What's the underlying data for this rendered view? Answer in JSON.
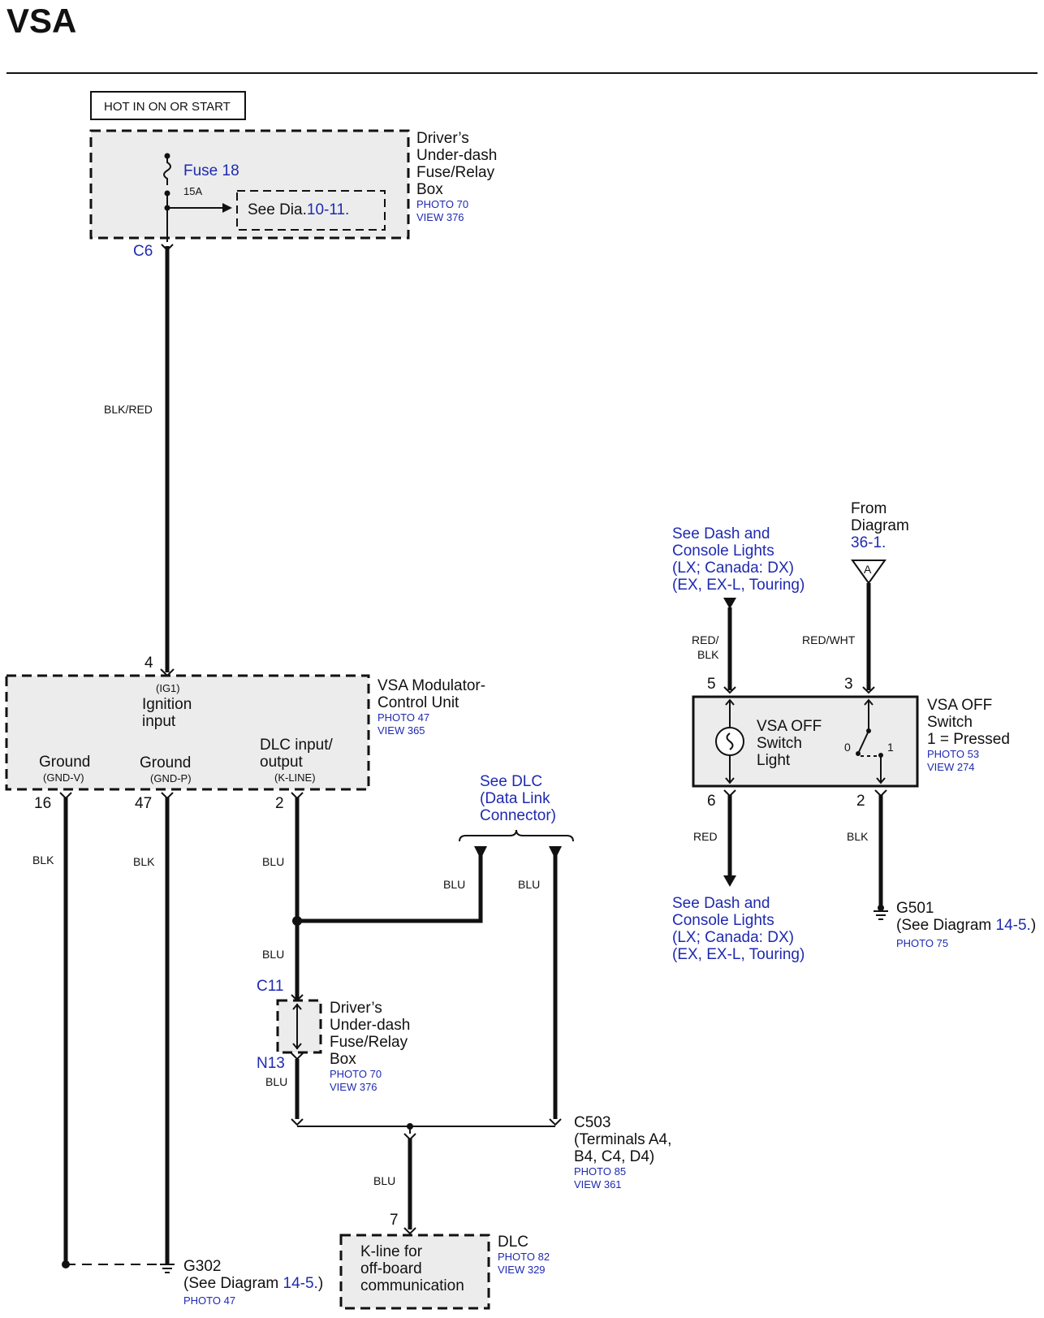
{
  "title": "VSA",
  "hot_label": "HOT IN ON OR START",
  "fuse_box": {
    "fuse": "Fuse 18",
    "amp": "15A",
    "see_dia_prefix": "See Dia.",
    "see_dia_link": "10-11.",
    "name_lines": [
      "Driver’s",
      "Under-dash",
      "Fuse/Relay",
      "Box"
    ],
    "photo": "PHOTO 70",
    "view": "VIEW 376",
    "connector": "C6"
  },
  "wire_blk_red": "BLK/RED",
  "vsa_unit": {
    "name_lines": [
      "VSA Modulator-",
      "Control Unit"
    ],
    "photo": "PHOTO 47",
    "view": "VIEW 365",
    "pin_ig": "4",
    "ig_code": "(IG1)",
    "ig_label_lines": [
      "Ignition",
      "input"
    ],
    "ground_v": "Ground",
    "ground_v_code": "(GND-V)",
    "ground_p": "Ground",
    "ground_p_code": "(GND-P)",
    "dlc_lines": [
      "DLC input/",
      "output"
    ],
    "dlc_code": "(K-LINE)",
    "pin_16": "16",
    "pin_47": "47",
    "pin_2": "2"
  },
  "wires": {
    "blk": "BLK",
    "blu": "BLU"
  },
  "dlc_ref": {
    "lines": [
      "See DLC",
      "(Data Link",
      "Connector)"
    ]
  },
  "fuse_box2": {
    "top_conn": "C11",
    "bottom_conn": "N13",
    "name_lines": [
      "Driver’s",
      "Under-dash",
      "Fuse/Relay",
      "Box"
    ],
    "photo": "PHOTO 70",
    "view": "VIEW 376"
  },
  "c503": {
    "name": "C503",
    "terminals_lines": [
      "(Terminals A4,",
      "B4, C4, D4)"
    ],
    "photo": "PHOTO 85",
    "view": "VIEW 361"
  },
  "dlc": {
    "pin": "7",
    "label_lines": [
      "K-line for",
      "off-board",
      "communication"
    ],
    "name": "DLC",
    "photo": "PHOTO 82",
    "view": "VIEW 329"
  },
  "g302": {
    "name": "G302",
    "see_prefix": "(See Diagram ",
    "see_link": "14-5.",
    "see_suffix": ")",
    "photo": "PHOTO 47"
  },
  "dash_lights_top": {
    "lines": [
      "See Dash and",
      "Console Lights",
      "(LX; Canada: DX)",
      "(EX, EX-L, Touring)"
    ],
    "wire_lines": [
      "RED/",
      "BLK"
    ]
  },
  "from_diagram": {
    "lines": [
      "From",
      "Diagram"
    ],
    "link": "36-1.",
    "connector": "A",
    "wire": "RED/WHT"
  },
  "vsa_off": {
    "pin_5": "5",
    "pin_3": "3",
    "pin_6": "6",
    "pin_2": "2",
    "light_lines": [
      "VSA OFF",
      "Switch",
      "Light"
    ],
    "pos_0": "0",
    "pos_1": "1",
    "name_lines": [
      "VSA OFF",
      "Switch",
      "1 = Pressed"
    ],
    "photo": "PHOTO 53",
    "view": "VIEW 274",
    "wire_red": "RED",
    "wire_blk": "BLK"
  },
  "dash_lights_bottom": {
    "lines": [
      "See Dash and",
      "Console Lights",
      "(LX; Canada: DX)",
      "(EX, EX-L, Touring)"
    ]
  },
  "g501": {
    "name": "G501",
    "see_prefix": "(See Diagram ",
    "see_link": "14-5.",
    "see_suffix": ")",
    "photo": "PHOTO 75"
  }
}
